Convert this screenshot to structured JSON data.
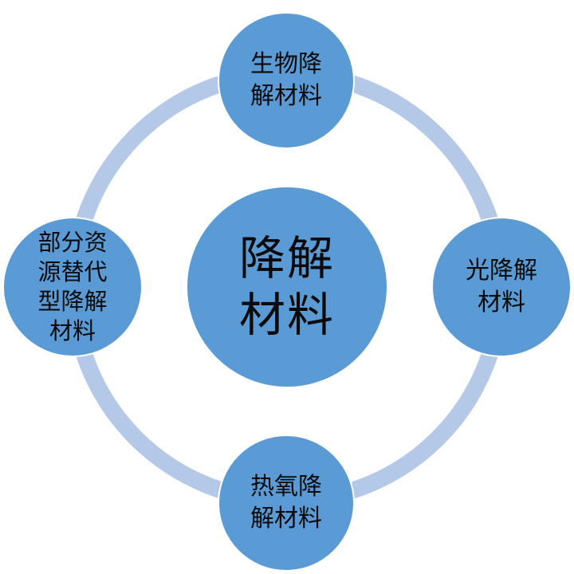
{
  "colors": {
    "node_fill": "#5b9bd5",
    "ring": "#b4c8e7",
    "node_border": "#ffffff",
    "text": "#0a0a0a"
  },
  "center": {
    "label": "降解\n材料"
  },
  "nodes": {
    "top": {
      "label": "生物降\n解材料"
    },
    "right": {
      "label": "光降解\n材料"
    },
    "bottom": {
      "label": "热氧降\n解材料"
    },
    "left": {
      "label": "部分资\n源替代\n型降解\n材料"
    }
  }
}
